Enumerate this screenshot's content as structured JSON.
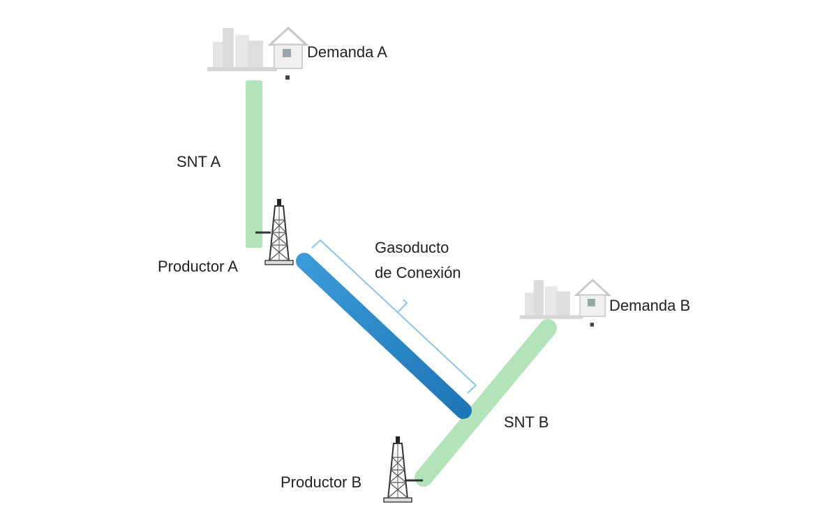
{
  "nodes": {
    "demand_a": "Demanda A",
    "demand_b": "Demanda B",
    "producer_a": "Productor A",
    "producer_b": "Productor B"
  },
  "pipelines": {
    "snt_a": "SNT A",
    "snt_b": "SNT B",
    "connection_line1": "Gasoducto",
    "connection_line2": "de Conexión"
  },
  "colors": {
    "snt": "#b3e3b8",
    "connection": "#2f8fd0",
    "bracket": "#8cc4e8"
  }
}
